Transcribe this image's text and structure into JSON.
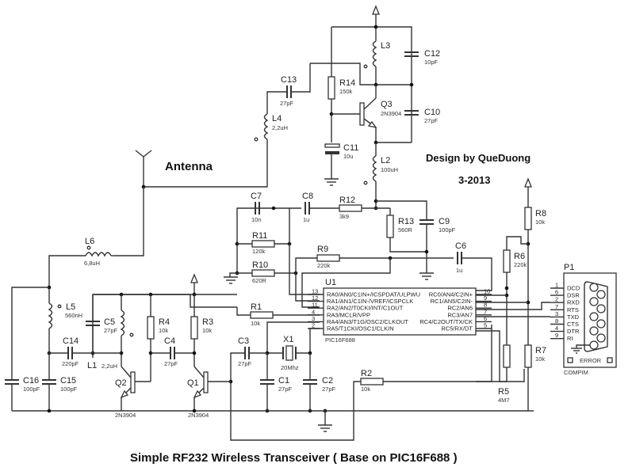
{
  "title": "Simple RF232 Wireless Transceiver ( Base on PIC16F688 )",
  "designer": "Design by QueDuong",
  "date": "3-2013",
  "antenna_label": "Antenna",
  "components": {
    "C1": {
      "ref": "C1",
      "value": "27pF"
    },
    "C2": {
      "ref": "C2",
      "value": "27pF"
    },
    "C3": {
      "ref": "C3",
      "value": "27pF"
    },
    "C4": {
      "ref": "C4",
      "value": "27pF"
    },
    "C5": {
      "ref": "C5",
      "value": "27pF"
    },
    "C6": {
      "ref": "C6",
      "value": "1u"
    },
    "C7": {
      "ref": "C7",
      "value": "10n"
    },
    "C8": {
      "ref": "C8",
      "value": "1u"
    },
    "C9": {
      "ref": "C9",
      "value": "100pF"
    },
    "C10": {
      "ref": "C10",
      "value": "27pF"
    },
    "C11": {
      "ref": "C11",
      "value": "10u"
    },
    "C12": {
      "ref": "C12",
      "value": "10pF"
    },
    "C13": {
      "ref": "C13",
      "value": "27pF"
    },
    "C14": {
      "ref": "C14",
      "value": "220pF"
    },
    "C15": {
      "ref": "C15",
      "value": "100pF"
    },
    "C16": {
      "ref": "C16",
      "value": "100pF"
    },
    "L1": {
      "ref": "L1",
      "value": "2,2uH"
    },
    "L2": {
      "ref": "L2",
      "value": "100uH"
    },
    "L3": {
      "ref": "L3",
      "value": ""
    },
    "L4": {
      "ref": "L4",
      "value": "2,2uH"
    },
    "L5": {
      "ref": "L5",
      "value": "560nH"
    },
    "L6": {
      "ref": "L6",
      "value": "6,8uH"
    },
    "R1": {
      "ref": "R1",
      "value": "10k"
    },
    "R2": {
      "ref": "R2",
      "value": "10k"
    },
    "R3": {
      "ref": "R3",
      "value": "10k"
    },
    "R4": {
      "ref": "R4",
      "value": "10k"
    },
    "R5": {
      "ref": "R5",
      "value": "4M7"
    },
    "R6": {
      "ref": "R6",
      "value": "220k"
    },
    "R7": {
      "ref": "R7",
      "value": "10k"
    },
    "R8": {
      "ref": "R8",
      "value": "10k"
    },
    "R9": {
      "ref": "R9",
      "value": "220k"
    },
    "R10": {
      "ref": "R10",
      "value": "620R"
    },
    "R11": {
      "ref": "R11",
      "value": "120k"
    },
    "R12": {
      "ref": "R12",
      "value": "3k9"
    },
    "R13": {
      "ref": "R13",
      "value": "560R"
    },
    "R14": {
      "ref": "R14",
      "value": "150k"
    },
    "Q1": {
      "ref": "Q1",
      "value": "2N3904"
    },
    "Q2": {
      "ref": "Q2",
      "value": "2N3904"
    },
    "Q3": {
      "ref": "Q3",
      "value": "2N3904"
    },
    "X1": {
      "ref": "X1",
      "value": "20Mhz"
    }
  },
  "u1": {
    "ref": "U1",
    "part": "PIC16F688",
    "left_pins": [
      {
        "num": "13",
        "name": "RA0/AN0/C1IN+/ICSPDAT/ULPWU"
      },
      {
        "num": "12",
        "name": "RA1/AN1/C1IN-/VREF/ICSPCLK"
      },
      {
        "num": "11",
        "name": "RA2/AN2/T0CKI/INT/C1OUT"
      },
      {
        "num": "4",
        "name": "RA3/MCLR/VPP"
      },
      {
        "num": "3",
        "name": "RA4/AN3/T1G/OSC2/CLKOUT"
      },
      {
        "num": "2",
        "name": "RA5/T1CKI/OSC1/CLKIN"
      }
    ],
    "right_pins": [
      {
        "num": "10",
        "name": "RC0/AN4/C2IN+"
      },
      {
        "num": "9",
        "name": "RC1/AN5/C2IN-"
      },
      {
        "num": "8",
        "name": "RC2/AN6"
      },
      {
        "num": "7",
        "name": "RC3/AN7"
      },
      {
        "num": "6",
        "name": "RC4/C2OUT/TX/CK"
      },
      {
        "num": "5",
        "name": "RC5/RX/DT"
      }
    ]
  },
  "p1": {
    "ref": "P1",
    "part": "COMPIM",
    "status_label": "ERROR",
    "pins": [
      {
        "num": "1",
        "name": "DCD"
      },
      {
        "num": "6",
        "name": "DSR"
      },
      {
        "num": "2",
        "name": "RXD"
      },
      {
        "num": "7",
        "name": "RTS"
      },
      {
        "num": "3",
        "name": "TXD"
      },
      {
        "num": "8",
        "name": "CTS"
      },
      {
        "num": "4",
        "name": "DTR"
      },
      {
        "num": "9",
        "name": "RI"
      }
    ]
  }
}
